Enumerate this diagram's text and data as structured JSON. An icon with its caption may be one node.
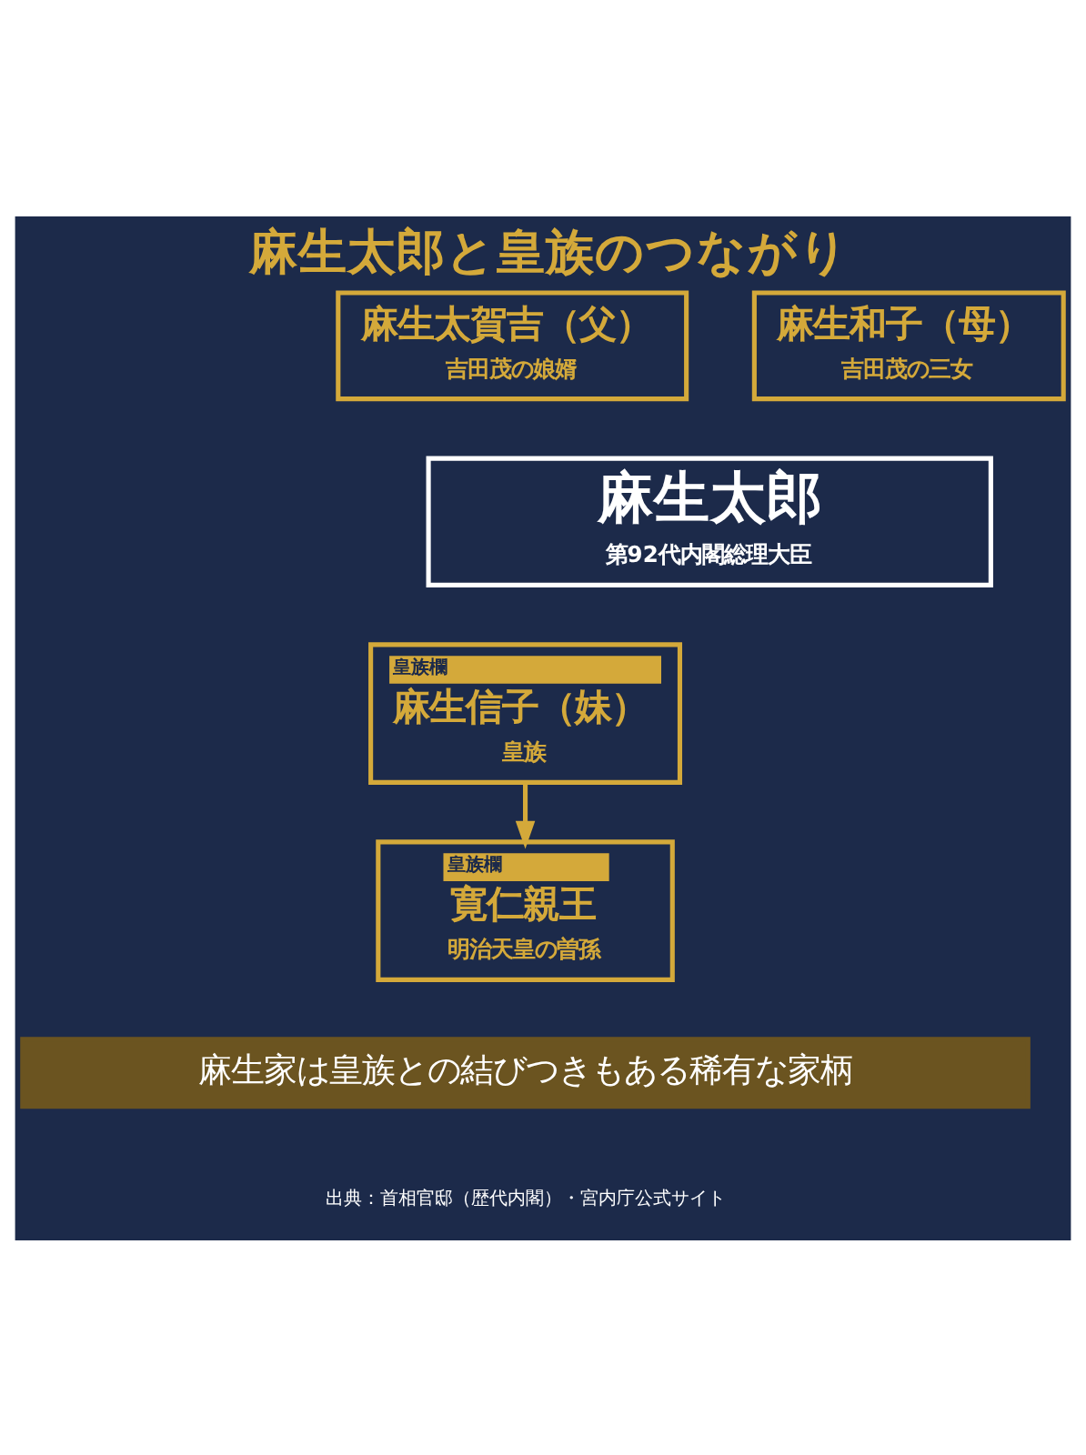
{
  "diagram": {
    "title": "麻生太郎と皇族のつながり",
    "nodes": [
      {
        "text": [
          "麻生太賀吉（父）",
          "吉田茂の娘婿"
        ]
      },
      {
        "text": [
          "麻生和子（母）",
          "吉田茂の三女"
        ]
      },
      {
        "text": [
          "麻生太郎",
          "第92代内閣総理大臣"
        ]
      },
      {
        "text": [
          "皇族欄",
          "麻生信子（妹）",
          "皇族"
        ]
      },
      {
        "text": [
          "皇族欄",
          "寛仁親王",
          "明治天皇の曽孫"
        ]
      }
    ],
    "edges": [
      {
        "from": 3,
        "to": 4,
        "arrow": "to"
      }
    ],
    "labels": [
      "麻生家は皇族との結びつきもある稀有な家柄",
      "出典：首相官邸（歴代内閣）・宮内庁公式サイト"
    ]
  }
}
